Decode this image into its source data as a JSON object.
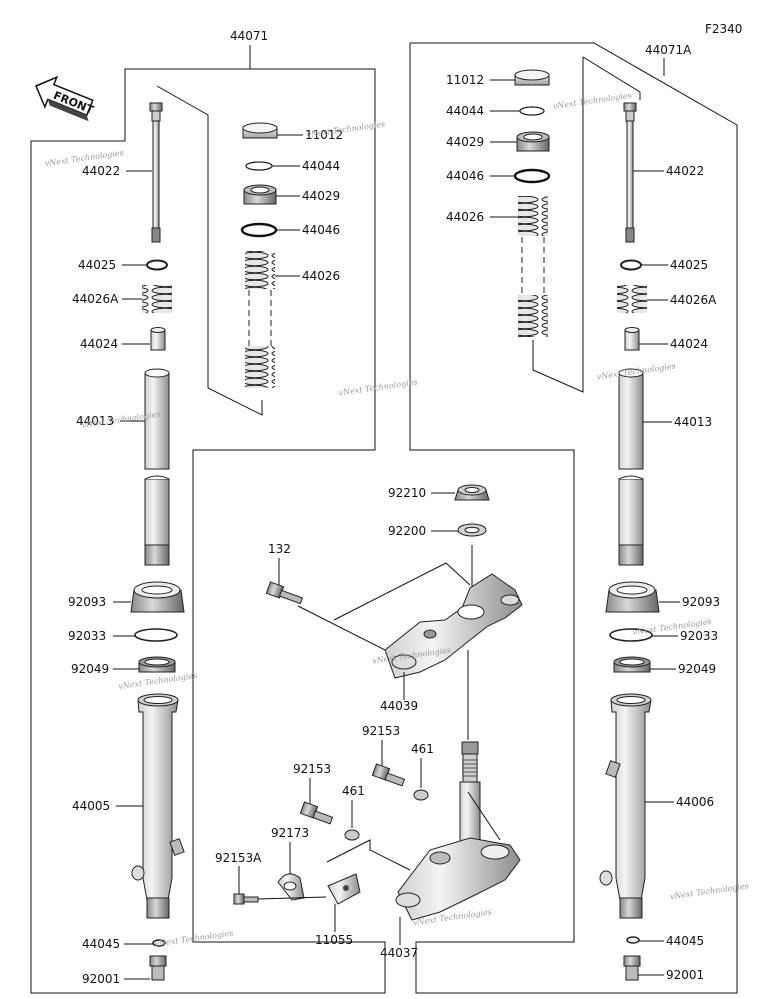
{
  "figure_id": "F2340",
  "front_label": "FRONT",
  "watermark": "vNext Technologies",
  "labels": {
    "l44071": "44071",
    "l44071a": "44071A",
    "l44022L": "44022",
    "l44022R": "44022",
    "l11012L": "11012",
    "l11012R": "11012",
    "l44044L": "44044",
    "l44044R": "44044",
    "l44029L": "44029",
    "l44029R": "44029",
    "l44046L": "44046",
    "l44046R": "44046",
    "l44026L": "44026",
    "l44026R": "44026",
    "l44025L": "44025",
    "l44025R": "44025",
    "l44026aL": "44026A",
    "l44026aR": "44026A",
    "l44024L": "44024",
    "l44024R": "44024",
    "l44013L": "44013",
    "l44013R": "44013",
    "l92093L": "92093",
    "l92093R": "92093",
    "l92033L": "92033",
    "l92033R": "92033",
    "l92049L": "92049",
    "l92049R": "92049",
    "l44005": "44005",
    "l44006": "44006",
    "l44045L": "44045",
    "l44045R": "44045",
    "l92001L": "92001",
    "l92001R": "92001",
    "l92210": "92210",
    "l92200": "92200",
    "l132": "132",
    "l44039": "44039",
    "l92153a": "92153",
    "l92153b": "92153",
    "l461a": "461",
    "l461b": "461",
    "l92173": "92173",
    "l92153A": "92153A",
    "l11055": "11055",
    "l44037": "44037"
  }
}
